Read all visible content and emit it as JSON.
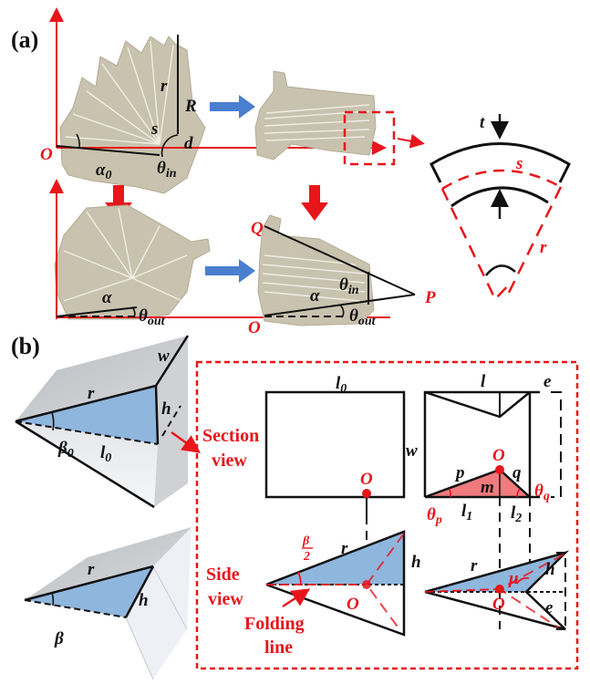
{
  "panel_a": {
    "label": "(a)",
    "origin": "O",
    "r": "r",
    "R": "R",
    "s": "s",
    "d": "d",
    "alpha0": {
      "main": "α",
      "sub": "0"
    },
    "theta_in": {
      "main": "θ",
      "sub": "in"
    },
    "alpha": "α",
    "theta_out": {
      "main": "θ",
      "sub": "out"
    },
    "Q": "Q",
    "P": "P",
    "detail": {
      "t": "t",
      "s": "s",
      "r": "r"
    }
  },
  "panel_b": {
    "label": "(b)",
    "w": "w",
    "r": "r",
    "h": "h",
    "beta0": {
      "main": "β",
      "sub": "0"
    },
    "l0": {
      "main": "l",
      "sub": "0"
    },
    "beta": "β",
    "section_view": [
      "Section",
      "view"
    ],
    "side_view": [
      "Side",
      "view"
    ],
    "folding_line": [
      "Folding",
      "line"
    ],
    "section": {
      "l0": {
        "main": "l",
        "sub": "0"
      },
      "w": "w",
      "O": "O",
      "l": "l",
      "e": "e",
      "p": "p",
      "q": "q",
      "m": "m",
      "theta_p": {
        "main": "θ",
        "sub": "p"
      },
      "theta_q": {
        "main": "θ",
        "sub": "q"
      },
      "l1": {
        "main": "l",
        "sub": "1"
      },
      "l2": {
        "main": "l",
        "sub": "2"
      }
    },
    "side": {
      "beta_half": {
        "num": "β",
        "den": "2"
      },
      "r": "r",
      "h": "h",
      "O": "O",
      "mu": "μ",
      "e": "e"
    }
  },
  "colors": {
    "red": "#e8151b",
    "blue_arrow": "#4a7fd0",
    "blue_fill": "#8fb6dd",
    "paper": "#c9c2ae"
  }
}
